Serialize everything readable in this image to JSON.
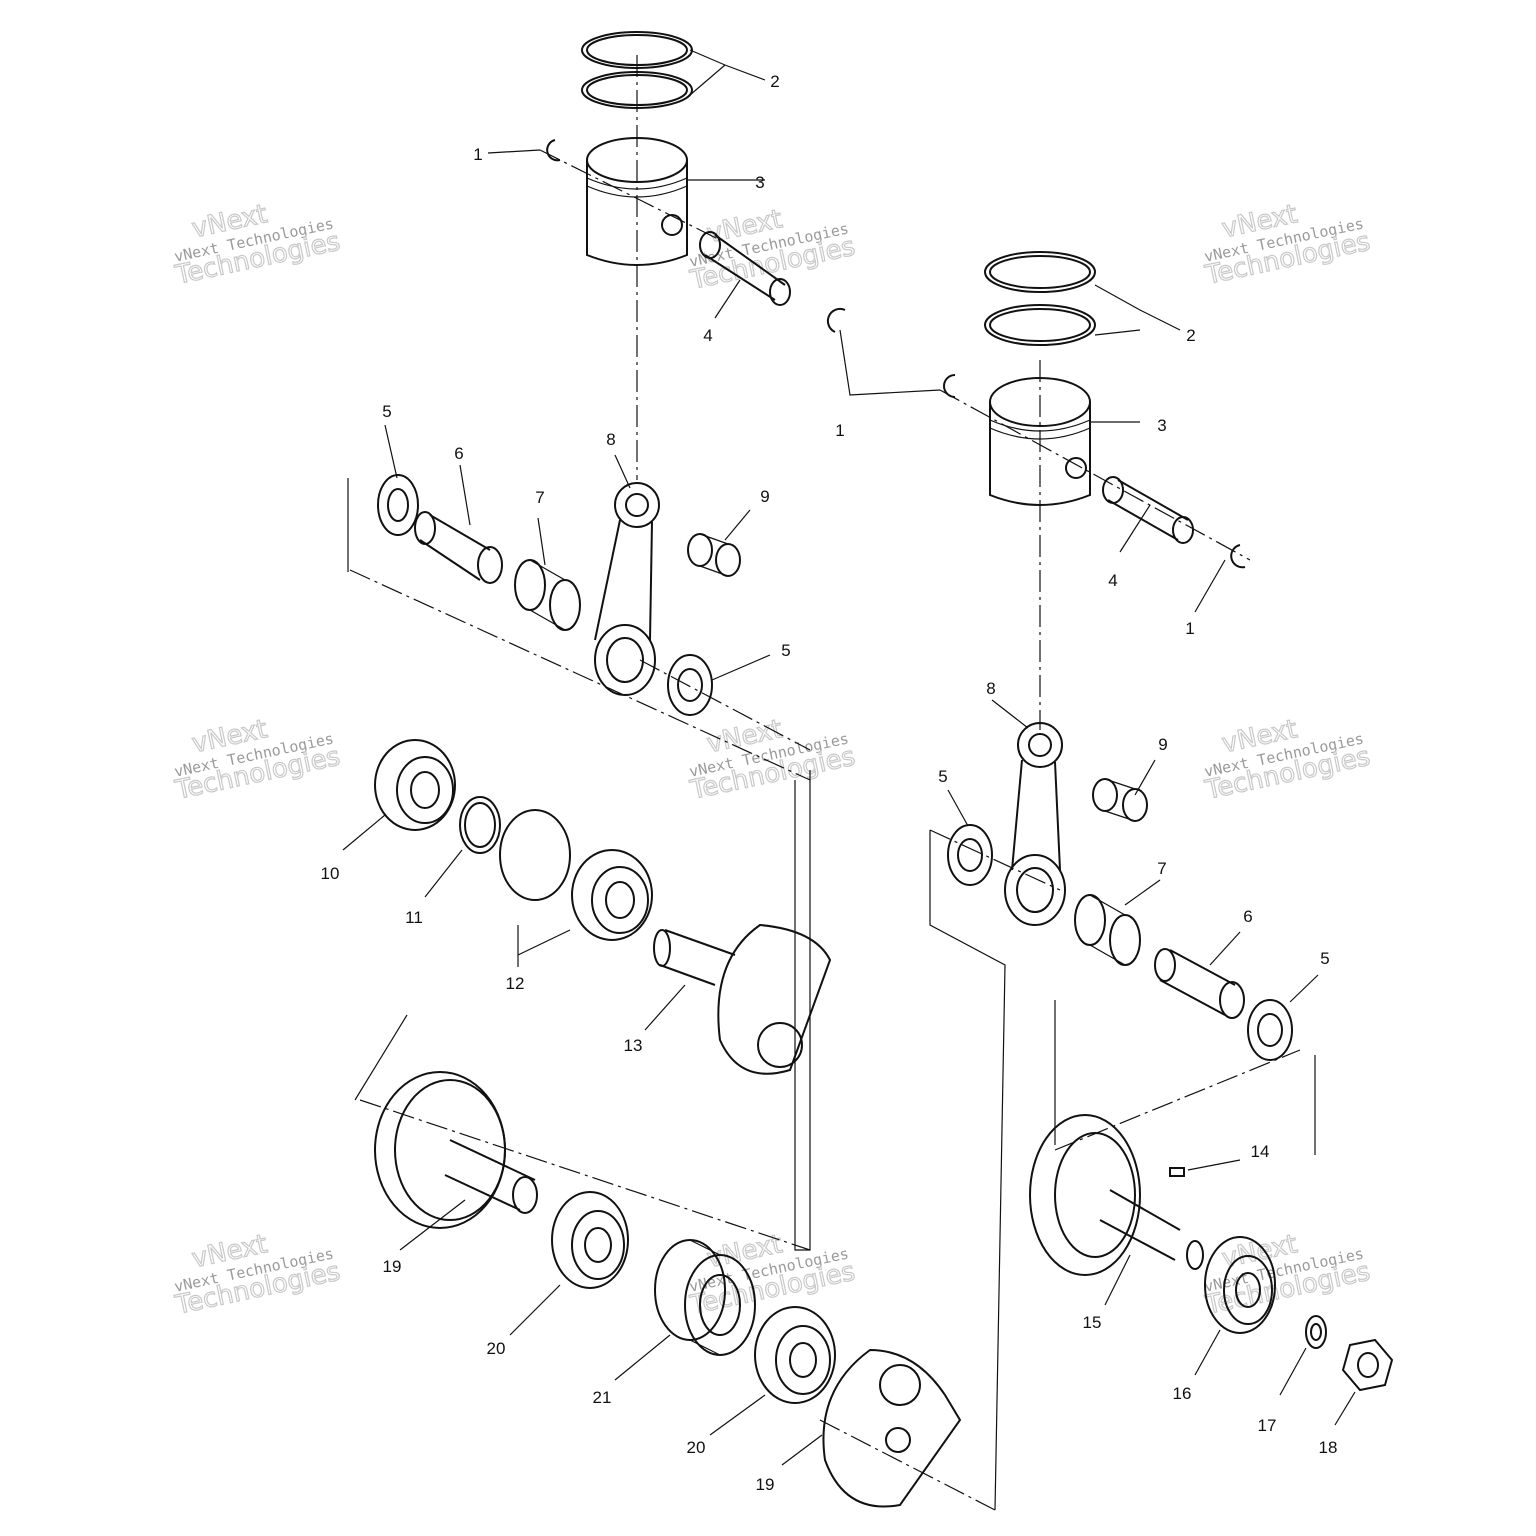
{
  "watermark": {
    "line1": "vNext",
    "line2": "vNext Technologies",
    "line3": "Technologies"
  },
  "callouts": {
    "c1a": "1",
    "c2a": "2",
    "c3a": "3",
    "c4a": "4",
    "c2b": "2",
    "c1b": "1",
    "c3b": "3",
    "c5a": "5",
    "c6a": "6",
    "c7a": "7",
    "c8a": "8",
    "c9a": "9",
    "c5b": "5",
    "c4b": "4",
    "c1c": "1",
    "c8b": "8",
    "c9b": "9",
    "c5c": "5",
    "c10": "10",
    "c11": "11",
    "c12": "12",
    "c13": "13",
    "c7b": "7",
    "c6b": "6",
    "c5d": "5",
    "c14": "14",
    "c15": "15",
    "c16": "16",
    "c17": "17",
    "c18": "18",
    "c19a": "19",
    "c20a": "20",
    "c21": "21",
    "c20b": "20",
    "c19b": "19"
  }
}
